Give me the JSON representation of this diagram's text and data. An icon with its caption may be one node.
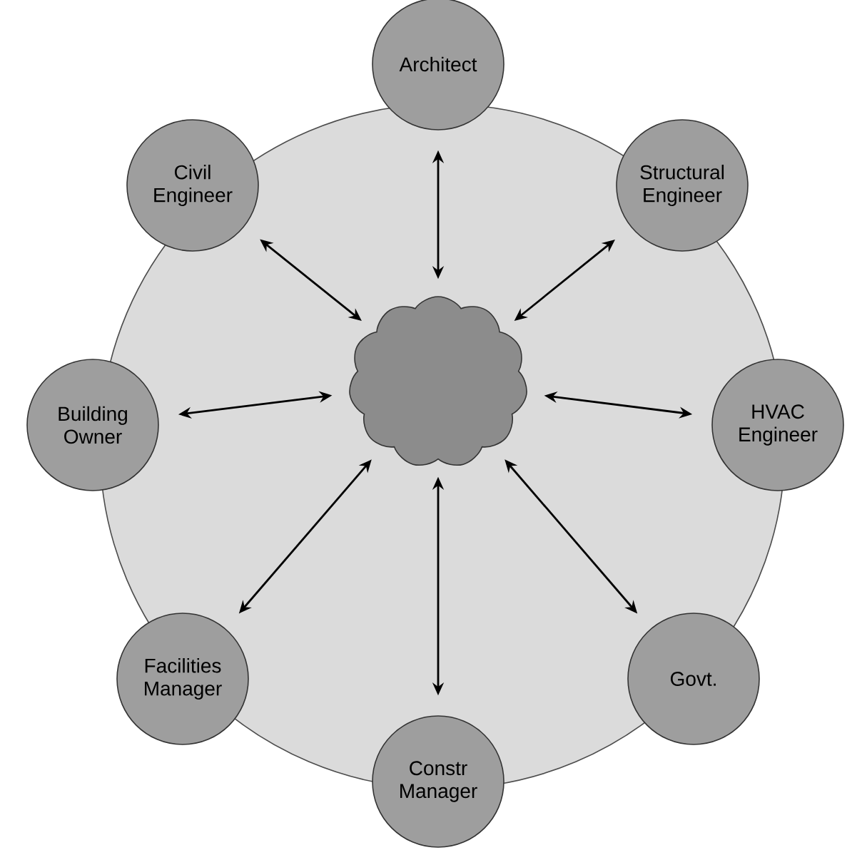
{
  "diagram": {
    "nodes": [
      {
        "text": [],
        "shape": "circle"
      },
      {
        "text": [],
        "shape": "cloud",
        "in": 0
      },
      {
        "text": [
          "Architect"
        ]
      },
      {
        "text": [
          "Civil Engineer"
        ]
      },
      {
        "text": [
          "Structural Engineer"
        ]
      },
      {
        "text": [
          "Building Owner"
        ]
      },
      {
        "text": [
          "HVAC Engineer"
        ]
      },
      {
        "text": [
          "Facilities Manager"
        ]
      },
      {
        "text": [
          "Govt."
        ]
      },
      {
        "text": [
          "Constr Manager"
        ]
      }
    ],
    "edges": [
      {
        "from": 1,
        "to": 2,
        "arrow": "both"
      },
      {
        "from": 1,
        "to": 3,
        "arrow": "both"
      },
      {
        "from": 1,
        "to": 4,
        "arrow": "both"
      },
      {
        "from": 1,
        "to": 5,
        "arrow": "both"
      },
      {
        "from": 1,
        "to": 6,
        "arrow": "both"
      },
      {
        "from": 1,
        "to": 7,
        "arrow": "both"
      },
      {
        "from": 1,
        "to": 8,
        "arrow": "both"
      },
      {
        "from": 1,
        "to": 9,
        "arrow": "both"
      }
    ]
  }
}
